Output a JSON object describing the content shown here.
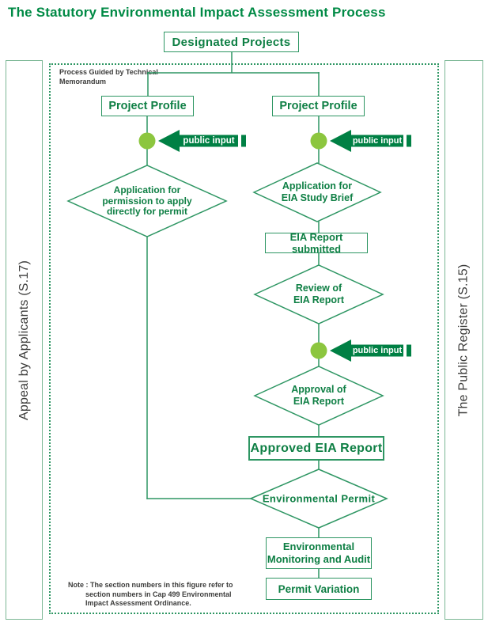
{
  "title": "The Statutory Environmental Impact Assessment Process",
  "frame": {
    "process_note": [
      "Process Guided by",
      "Technical Memorandum"
    ],
    "left_sidebar_label": "Appeal by Applicants (S.17)",
    "right_sidebar_label": "The Public Register (S.15)"
  },
  "nodes": {
    "designated_projects": "Designated Projects",
    "project_profile_left": "Project Profile",
    "project_profile_right": "Project Profile",
    "app_permission": [
      "Application for",
      "permission to apply",
      "directly for permit"
    ],
    "app_eia_study": [
      "Application for",
      "EIA Study Brief"
    ],
    "eia_report_submitted": "EIA Report submitted",
    "review_eia": [
      "Review of",
      "EIA Report"
    ],
    "approval_eia": [
      "Approval of",
      "EIA Report"
    ],
    "approved_eia_report": "Approved EIA Report",
    "environmental_permit": "Environmental Permit",
    "env_monitoring_audit": [
      "Environmental",
      "Monitoring and Audit"
    ],
    "permit_variation": "Permit Variation"
  },
  "public_input_label": "public input",
  "note": {
    "line1": "Note : The section numbers in this figure refer to",
    "line2": "section numbers in Cap 499 Environmental",
    "line3": "Impact Assessment Ordinance."
  },
  "colors": {
    "title_green": "#008A45",
    "node_text_green": "#0E7F44",
    "line_green": "#2E9663",
    "arrow_green": "#008044",
    "circle_green": "#8CC63F",
    "gray_text": "#3C3C3B"
  }
}
